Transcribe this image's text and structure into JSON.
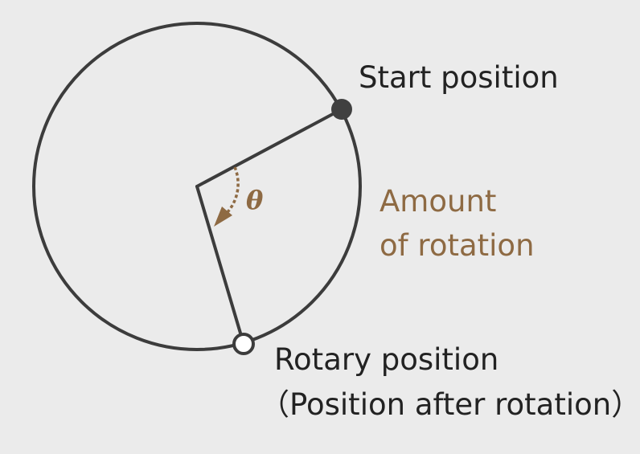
{
  "labels": {
    "start": "Start position",
    "theta": "θ",
    "amount_line1": "Amount",
    "amount_line2": "of rotation",
    "rotary_line1": "Rotary position",
    "rotary_line2": "（Position after rotation）"
  },
  "colors": {
    "background": "#ebebeb",
    "stroke": "#3c3c3c",
    "accent": "#8e6a43",
    "start_marker": "#404040",
    "rotary_marker": "#ffffff"
  }
}
